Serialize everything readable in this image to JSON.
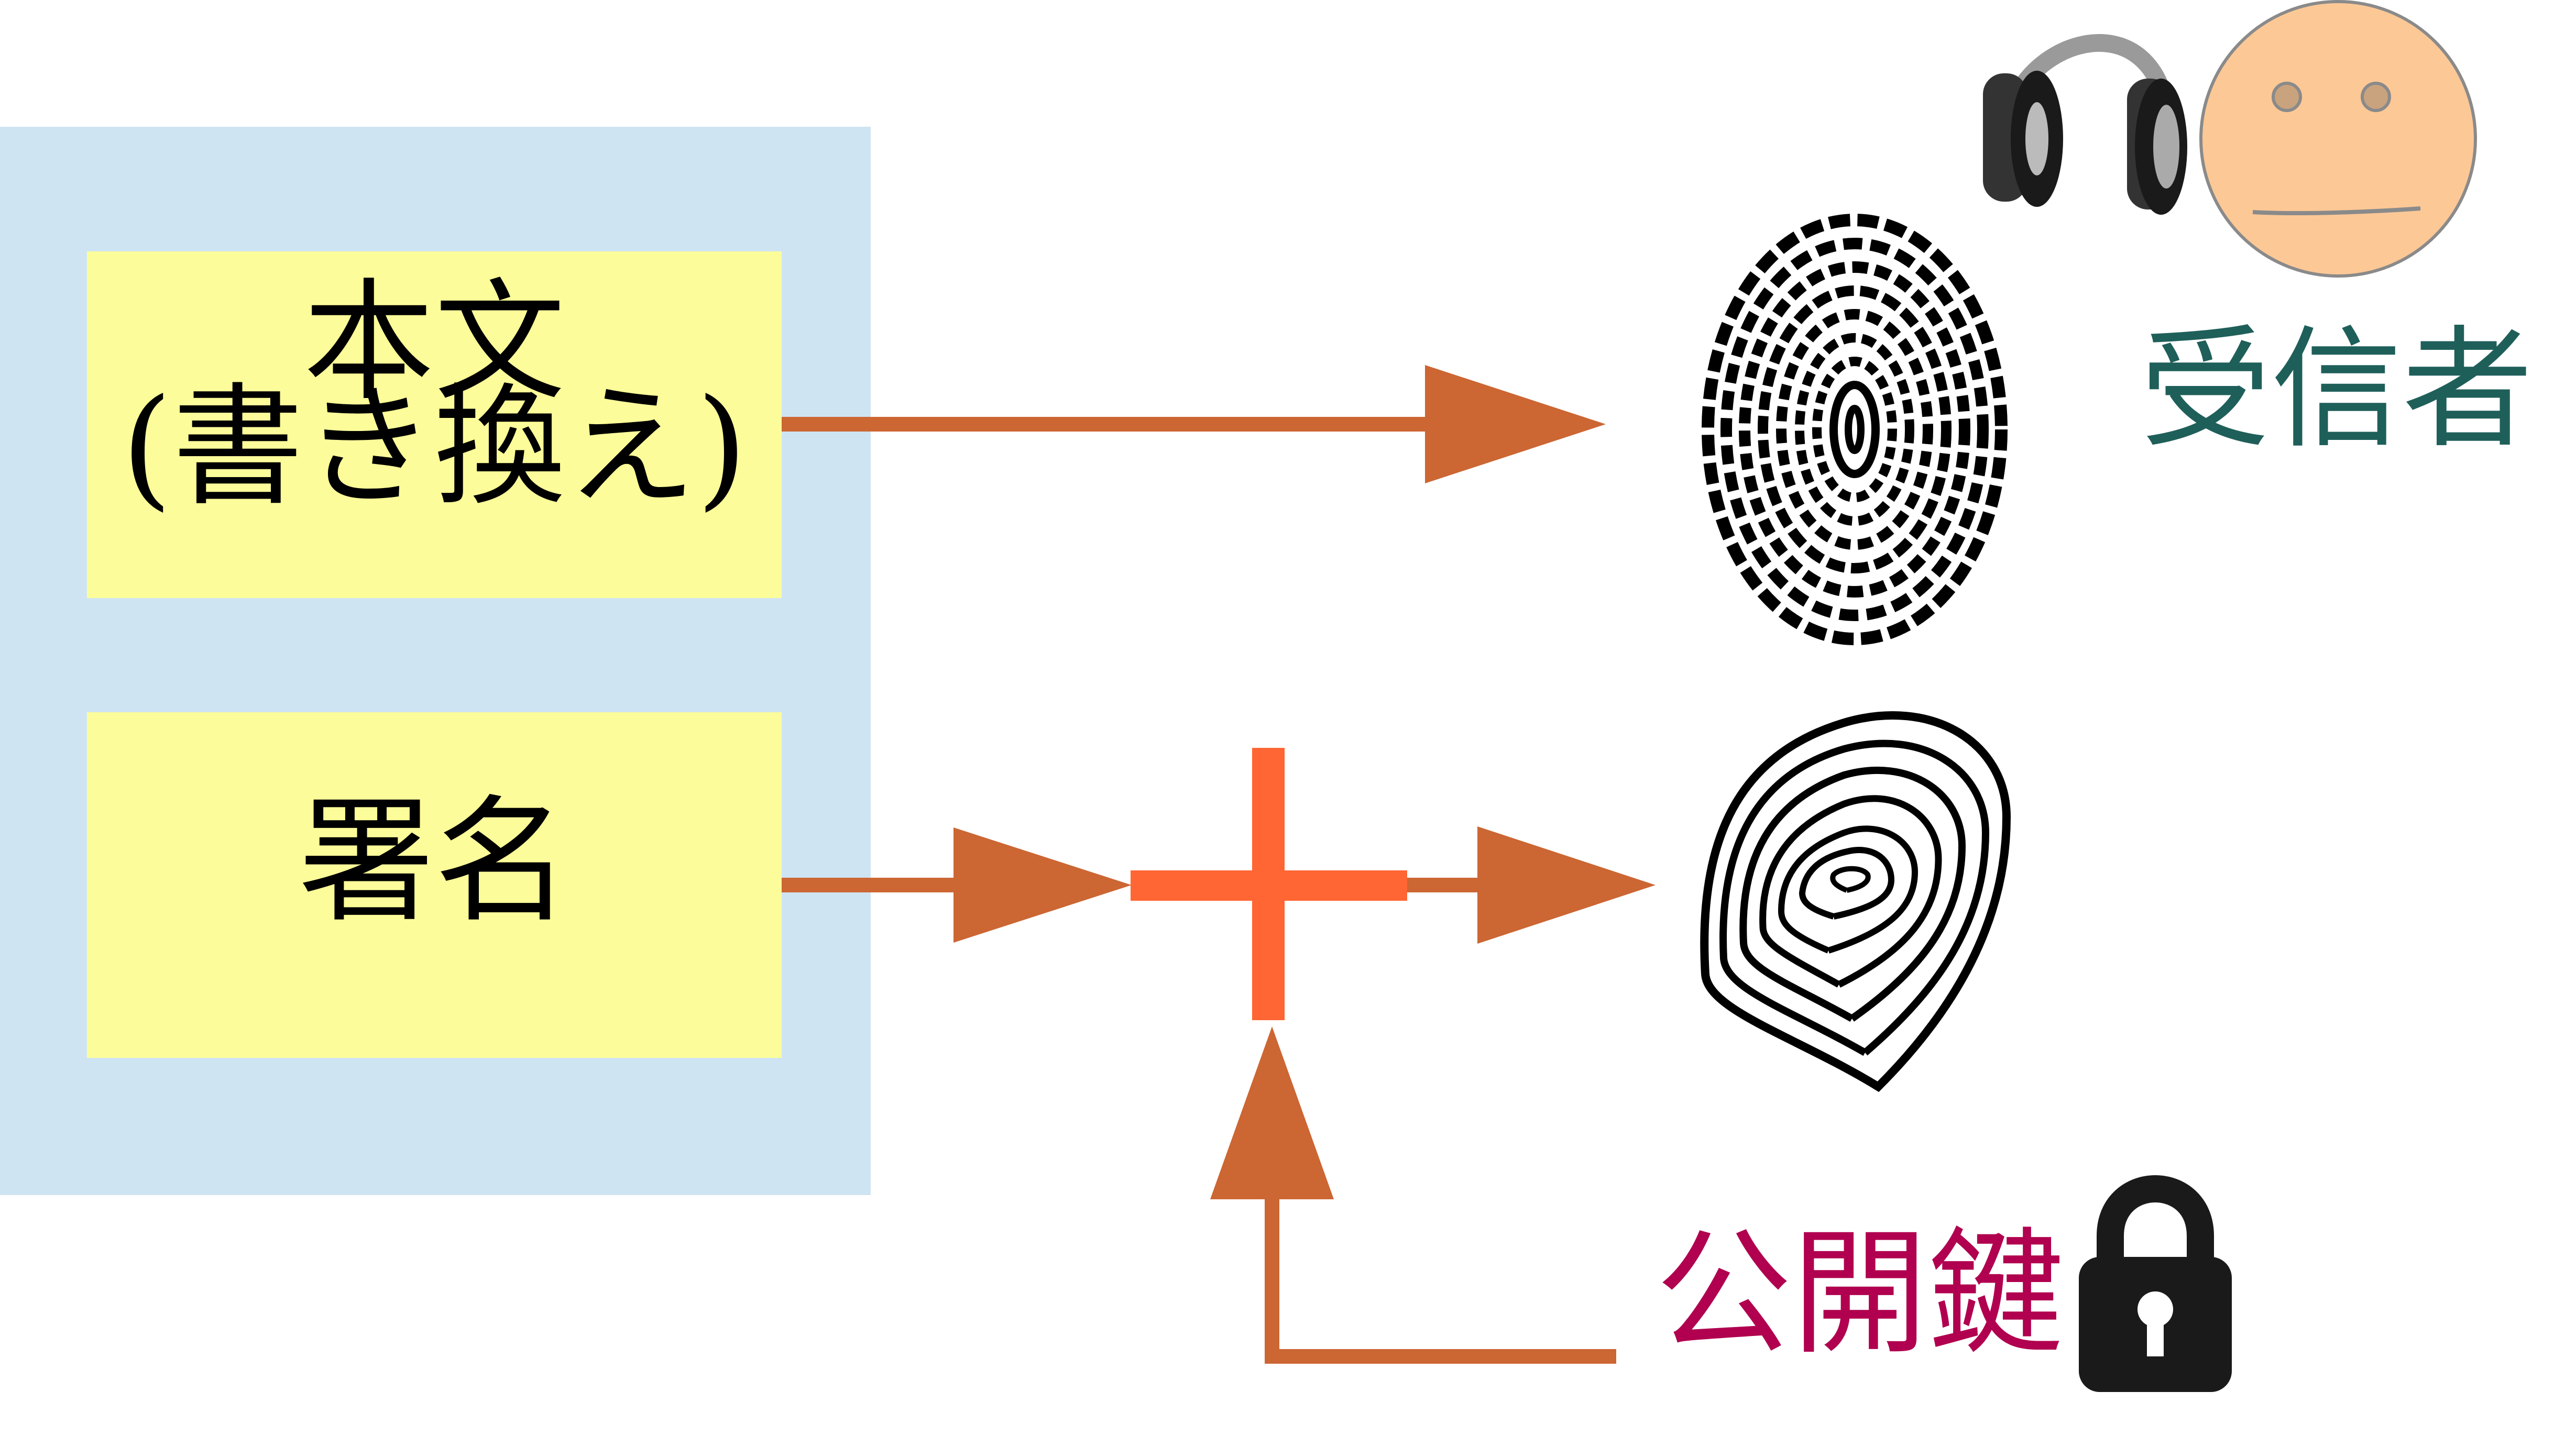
{
  "message": {
    "body_line1": "本文",
    "body_line2": "(書き換え)",
    "signature": "署名"
  },
  "receiver": {
    "label": "受信者",
    "icons": [
      "headphones-icon",
      "face-icon"
    ]
  },
  "public_key": {
    "label": "公開鍵",
    "icon": "padlock-icon"
  },
  "fingerprints": [
    "fingerprint-icon",
    "fingerprint-icon"
  ],
  "operator": "+",
  "colors": {
    "container": "#cfe4f3",
    "box": "#fcfc9a",
    "arrow": "#cc6633",
    "plus": "#ff6633",
    "receiver_text": "#1f5f5a",
    "key_text": "#b0004f",
    "face": "#fcc896"
  }
}
